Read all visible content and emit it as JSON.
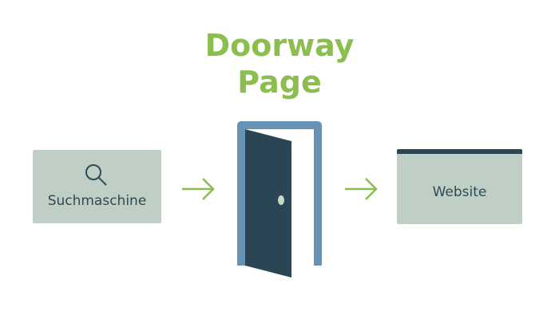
{
  "title": {
    "line1": "Doorway",
    "line2": "Page"
  },
  "nodes": {
    "search": {
      "label": "Suchmaschine",
      "icon": "search-icon"
    },
    "website": {
      "label": "Website"
    }
  },
  "colors": {
    "accent": "#8bbd4f",
    "box": "#bfcfc6",
    "door": "#2a4553",
    "frame": "#6892b3"
  }
}
